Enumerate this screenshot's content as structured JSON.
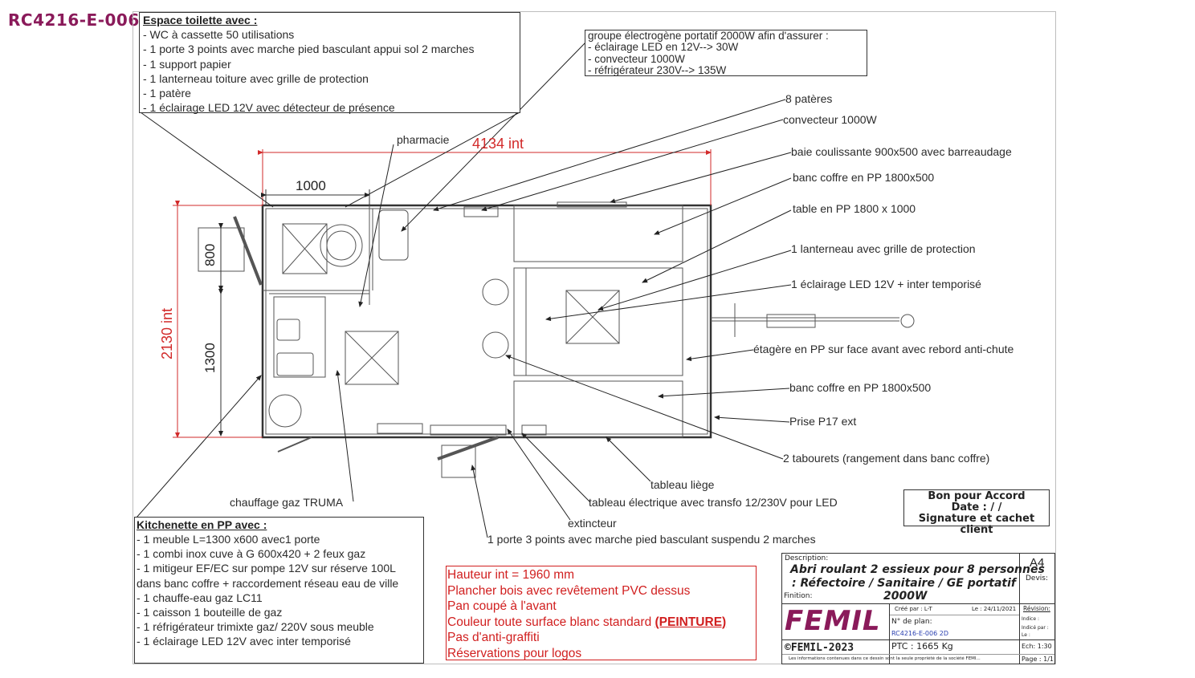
{
  "ref_code": "RC4216-E-006",
  "toilet_box": {
    "title": "Espace toilette avec :",
    "items": [
      "- WC à cassette 50 utilisations",
      "- 1 porte 3 points avec marche pied basculant appui sol 2 marches",
      "- 1 support papier",
      "- 1 lanterneau toiture avec grille de protection",
      "- 1 patère",
      "- 1 éclairage LED 12V avec détecteur de présence"
    ]
  },
  "generator_box": {
    "lines": [
      "groupe électrogène portatif 2000W afin d'assurer :",
      "- éclairage LED en 12V--> 30W",
      "- convecteur 1000W",
      "- réfrigérateur 230V--> 135W"
    ]
  },
  "kitchen_box": {
    "title": "Kitchenette en PP avec :",
    "items": [
      "- 1 meuble L=1300 x600 avec1 porte",
      "- 1 combi inox cuve à G 600x420 + 2 feux gaz",
      "- 1 mitigeur EF/EC sur pompe 12V sur réserve 100L dans banc coffre + raccordement réseau eau de ville",
      "- 1 chauffe-eau gaz LC11",
      "- 1 caisson 1 bouteille de gaz",
      "- 1 réfrigérateur trimixte gaz/ 220V sous meuble",
      "- 1 éclairage LED 12V avec inter temporisé"
    ]
  },
  "dimensions": {
    "length_int": "4134 int",
    "width_int": "2130 int",
    "d1000": "1000",
    "d800": "800",
    "d1300": "1300"
  },
  "labels": {
    "pharmacie": "pharmacie",
    "pateres": "8 patères",
    "convecteur": "convecteur 1000W",
    "baie": "baie coulissante 900x500 avec barreaudage",
    "banc1": "banc coffre en PP 1800x500",
    "table": "table en PP 1800 x 1000",
    "lanterneau": "1 lanterneau avec grille de protection",
    "eclairage": "1 éclairage LED 12V + inter temporisé",
    "etagere": "étagère en PP sur face avant avec rebord anti-chute",
    "banc2": "banc coffre en PP 1800x500",
    "prise": "Prise P17 ext",
    "tabourets": "2 tabourets (rangement dans banc coffre)",
    "liege": "tableau liège",
    "tableau_elec": "tableau électrique avec transfo 12/230V pour LED",
    "extincteur": "extincteur",
    "porte2": "1 porte 3 points avec marche pied basculant suspendu 2 marches",
    "chauffage": "chauffage gaz TRUMA"
  },
  "notes": [
    "Hauteur int = 1960 mm",
    "Plancher bois avec revêtement PVC dessus",
    "Pan coupé à l'avant",
    "Couleur  toute surface blanc standard ",
    "Pas d'anti-graffiti",
    "Réservations pour logos"
  ],
  "notes_emphasis": "(PEINTURE)",
  "approval": {
    "line1": "Bon pour Accord",
    "line2": "Date :   /   /",
    "line3": "Signature et cachet client"
  },
  "title_block": {
    "desc_label": "Description:",
    "desc_line1": "Abri roulant 2 essieux pour 8 personnes",
    "desc_line2": ": Réfectoire / Sanitaire / GE portatif",
    "desc_line3": "2000W",
    "finition_label": "Finition:",
    "format": "A4",
    "devis_label": "Devis:",
    "logo": "FEMIL",
    "copyright": "©FEMIL-2023",
    "cree_par": "Créé par : L-T",
    "le": "Le : 24/11/2021",
    "revision_label": "Révision:",
    "plan_label": "N° de plan:",
    "plan_number": "RC4216-E-006 2D",
    "indice1": "Indice :",
    "indice2": "Indicé par :",
    "indice3": "Le :",
    "ptc": "PTC : 1665 Kg",
    "echelle": "Ech: 1:30",
    "page": "Page : 1/1",
    "disclaimer": "Les informations contenues dans ce dessin sont la seule propriété de la société FEMI..."
  },
  "colors": {
    "dimension_red": "#d22a2a",
    "ref_purple": "#8a1a5a",
    "logo_purple": "#8a1a5a"
  }
}
